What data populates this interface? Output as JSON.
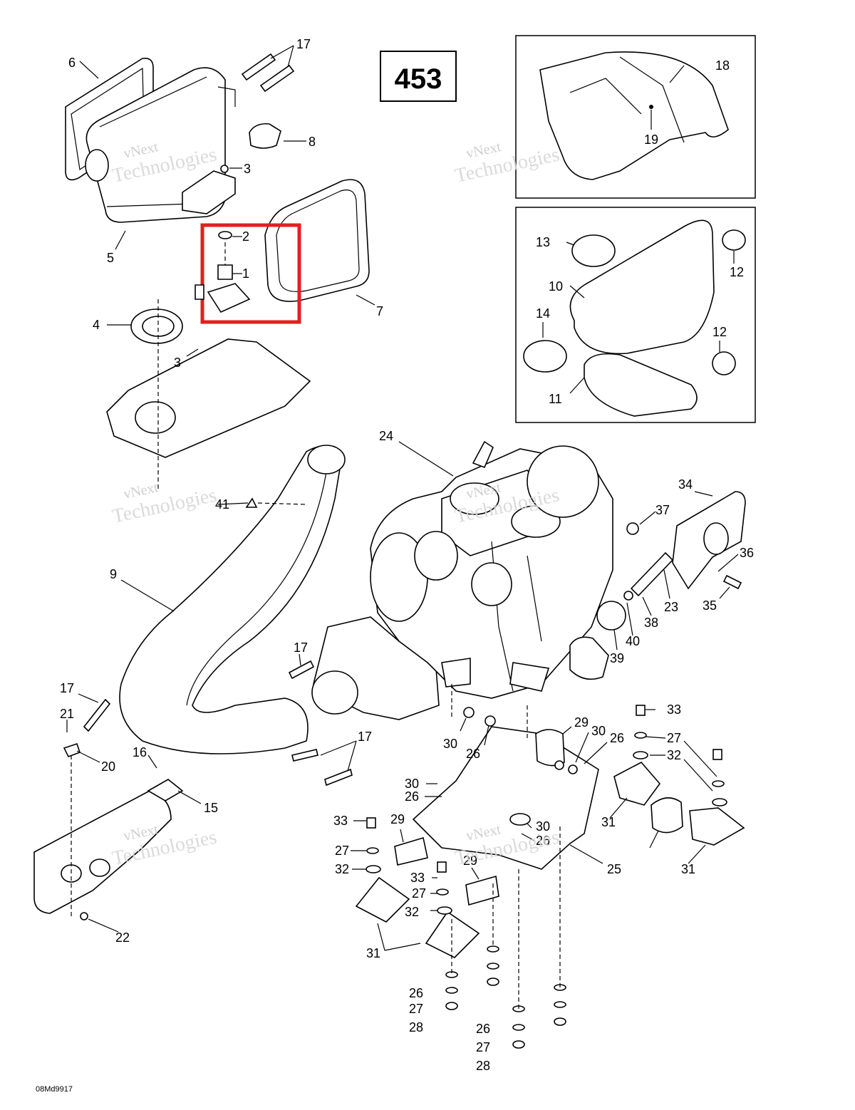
{
  "page_number": "453",
  "diagram_code": "08Md9917",
  "watermark_line1": "vNext",
  "watermark_line2": "Technologies",
  "highlight_color": "#e02020",
  "callouts": {
    "c1": "1",
    "c2": "2",
    "c3a": "3",
    "c3b": "3",
    "c4": "4",
    "c5": "5",
    "c6": "6",
    "c7": "7",
    "c8": "8",
    "c9": "9",
    "c10": "10",
    "c11": "11",
    "c12a": "12",
    "c12b": "12",
    "c13": "13",
    "c14": "14",
    "c15": "15",
    "c16": "16",
    "c17a": "17",
    "c17b": "17",
    "c17c": "17",
    "c17d": "17",
    "c18": "18",
    "c19": "19",
    "c20": "20",
    "c21": "21",
    "c22": "22",
    "c23": "23",
    "c24": "24",
    "c25": "25",
    "c26a": "26",
    "c26b": "26",
    "c26c": "26",
    "c26d": "26",
    "c26e": "26",
    "c26f": "26",
    "c27a": "27",
    "c27b": "27",
    "c27c": "27",
    "c27d": "27",
    "c27e": "27",
    "c28a": "28",
    "c28b": "28",
    "c29a": "29",
    "c29b": "29",
    "c29c": "29",
    "c30a": "30",
    "c30b": "30",
    "c30c": "30",
    "c30d": "30",
    "c31a": "31",
    "c31b": "31",
    "c31c": "31",
    "c32a": "32",
    "c32b": "32",
    "c32c": "32",
    "c33a": "33",
    "c33b": "33",
    "c33c": "33",
    "c34": "34",
    "c35": "35",
    "c36": "36",
    "c37": "37",
    "c38": "38",
    "c39": "39",
    "c40": "40",
    "c41": "41"
  }
}
